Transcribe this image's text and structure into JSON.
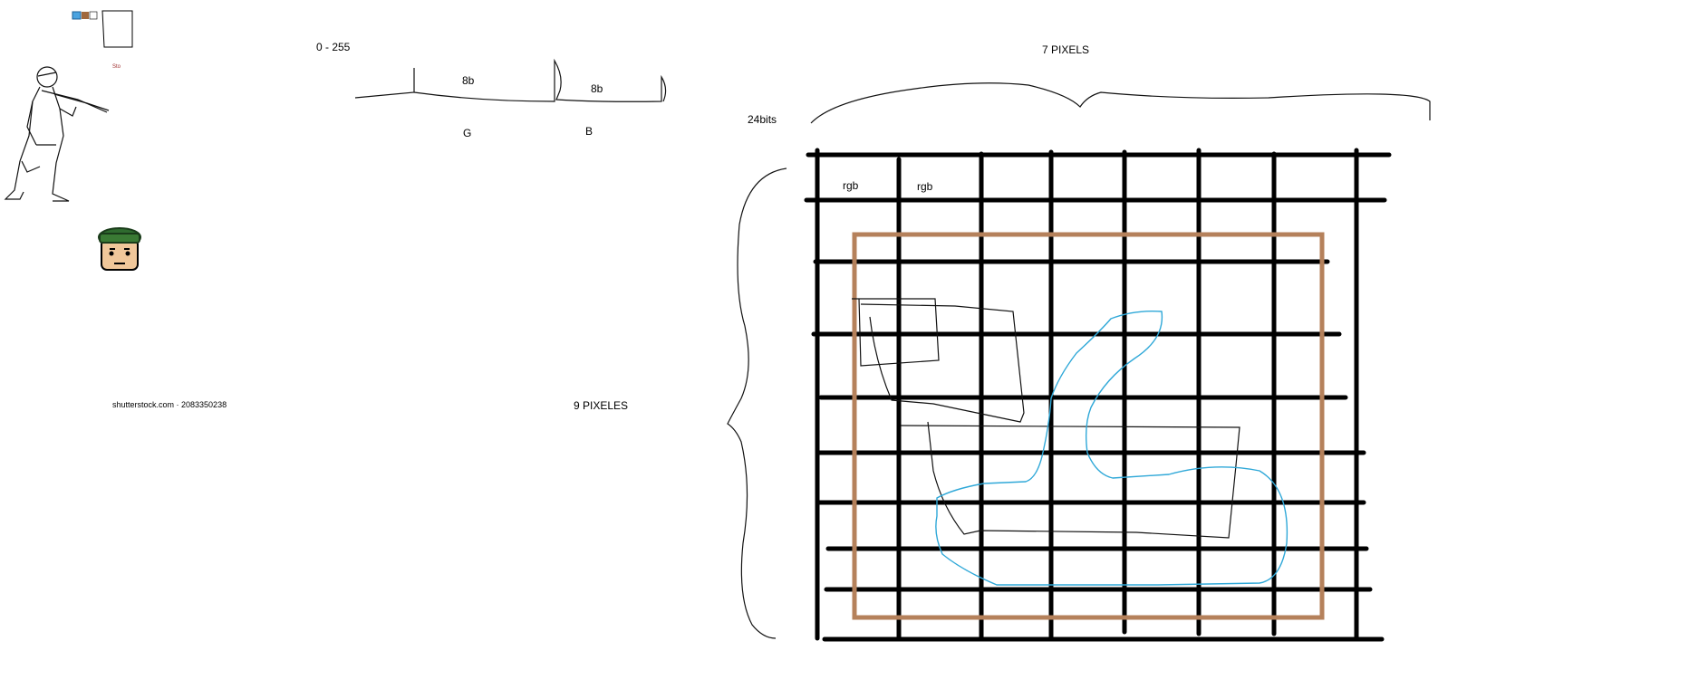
{
  "labels": {
    "range": "0 - 255",
    "g_bits": "8b",
    "b_bits": "8b",
    "g_label": "G",
    "b_label": "B",
    "bits_24": "24bits",
    "width_pixels": "7 PIXELS",
    "height_pixels": "9 PIXELES",
    "rgb_1": "rgb",
    "rgb_2": "rgb",
    "watermark": "shutterstock.com · 2083350238"
  },
  "colors": {
    "grid": "#000000",
    "frame": "#b5815b",
    "blue_scribble": "#2fa8d8",
    "helmet": "#2f6b2f",
    "skin": "#f0c79a"
  },
  "icons": [
    "soldier-sketch-icon",
    "soldier-face-icon",
    "mini-toolbar-icon"
  ]
}
